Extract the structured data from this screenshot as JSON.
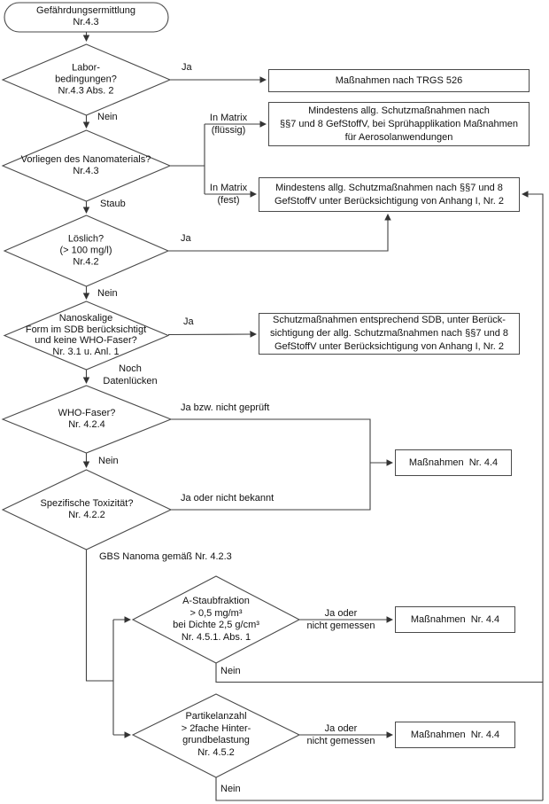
{
  "flowchart": {
    "nodes": {
      "start": "Gefährdungsermittlung\nNr.4.3",
      "labor": "Labor-\nbedingungen?\nNr.4.3 Abs. 2",
      "vorliegen": "Vorliegen des Nanomaterials?\nNr.4.3",
      "loeslich": "Löslich?\n(> 100 mg/l)\nNr.4.2",
      "nanoskalig": "Nanoskalige\nForm im SDB berücksichtigt\nund keine WHO-Faser?\nNr. 3.1 u. Anl. 1",
      "whofaser": "WHO-Faser?\nNr. 4.2.4",
      "toxizitaet": "Spezifische Toxizität?\nNr. 4.2.2",
      "staubfraktion": "A-Staubfraktion\n> 0,5 mg/m³\nbei Dichte 2,5 g/cm³\nNr. 4.5.1. Abs. 1",
      "partikelanzahl": "Partikelanzahl\n> 2fache Hinter-\ngrundbelastung\nNr. 4.5.2",
      "trgs526": "Maßnahmen nach TRGS 526",
      "schutz_fluessig": "Mindestens allg. Schutzmaßnahmen nach\n§§7 und 8 GefStoffV, bei Sprühapplikation Maßnahmen\nfür Aerosolanwendungen",
      "schutz_fest": "Mindestens allg. Schutzmaßnahmen nach §§7 und 8\nGefStoffV unter Berücksichtigung von Anhang I, Nr. 2",
      "schutz_sdb": "Schutzmaßnahmen entsprechend SDB, unter Berück-\nsichtigung der allg. Schutzmaßnahmen nach §§7 und 8\nGefStoffV unter Berücksichtigung von Anhang I, Nr. 2",
      "massnahmen_1": "Maßnahmen  Nr. 4.4",
      "massnahmen_2": "Maßnahmen  Nr. 4.4",
      "massnahmen_3": "Maßnahmen  Nr. 4.4"
    },
    "labels": {
      "ja_labor": "Ja",
      "nein_labor": "Nein",
      "matrix_fluessig": "In Matrix\n(flüssig)",
      "matrix_fest": "In Matrix\n(fest)",
      "staub": "Staub",
      "ja_loeslich": "Ja",
      "nein_loeslich": "Nein",
      "ja_nanoskalig": "Ja",
      "datenluecken": "Noch\nDatenlücken",
      "ja_whofaser": "Ja bzw. nicht geprüft",
      "nein_whofaser": "Nein",
      "ja_toxizitaet": "Ja oder nicht bekannt",
      "gbs": "GBS Nanoma gemäß Nr. 4.2.3",
      "ja_staub": "Ja oder\nnicht gemessen",
      "nein_staub": "Nein",
      "ja_partikel": "Ja oder\nnicht gemessen",
      "nein_partikel": "Nein"
    },
    "colors": {
      "line": "#3f3f3f",
      "border": "#4a4a4a",
      "background": "#ffffff",
      "text": "#111111"
    }
  }
}
